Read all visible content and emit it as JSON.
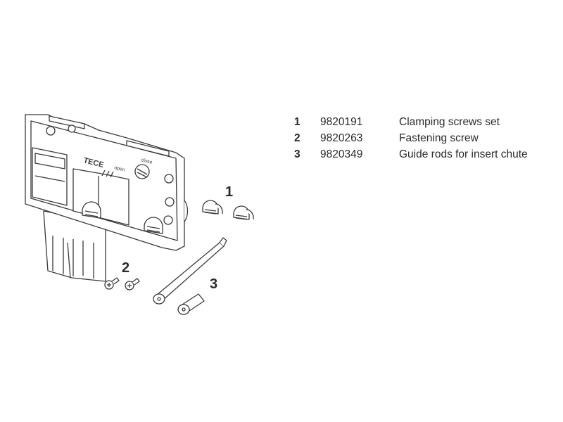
{
  "parts_list": [
    {
      "number": "1",
      "code": "9820191",
      "description": "Clamping screws set"
    },
    {
      "number": "2",
      "code": "9820263",
      "description": "Fastening screw"
    },
    {
      "number": "3",
      "code": "9820349",
      "description": "Guide rods for insert chute"
    }
  ],
  "callouts": {
    "one": "1",
    "two": "2",
    "three": "3"
  },
  "plate_markings": {
    "brand": "TECE",
    "open": "open",
    "close": "close"
  },
  "colors": {
    "line": "#3a3a3a",
    "text": "#2a2a2a"
  }
}
